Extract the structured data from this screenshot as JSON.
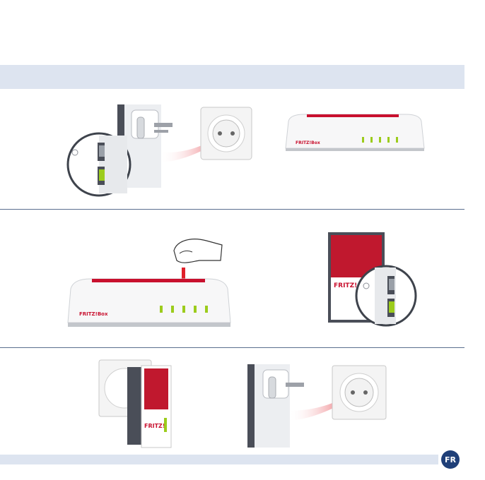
{
  "page": {
    "language_badge": "FR",
    "brand_text": "FRITZ!Box"
  },
  "colors": {
    "band": "#dde4f0",
    "divider": "#5a6e8e",
    "badge": "#1f3f78",
    "accent_red": "#c8102e",
    "led_green": "#9ccc1c"
  },
  "steps": [
    {
      "name": "plug-repeater-into-socket"
    },
    {
      "name": "press-connect-button-on-router"
    },
    {
      "name": "unplug-repeater-and-place"
    }
  ]
}
